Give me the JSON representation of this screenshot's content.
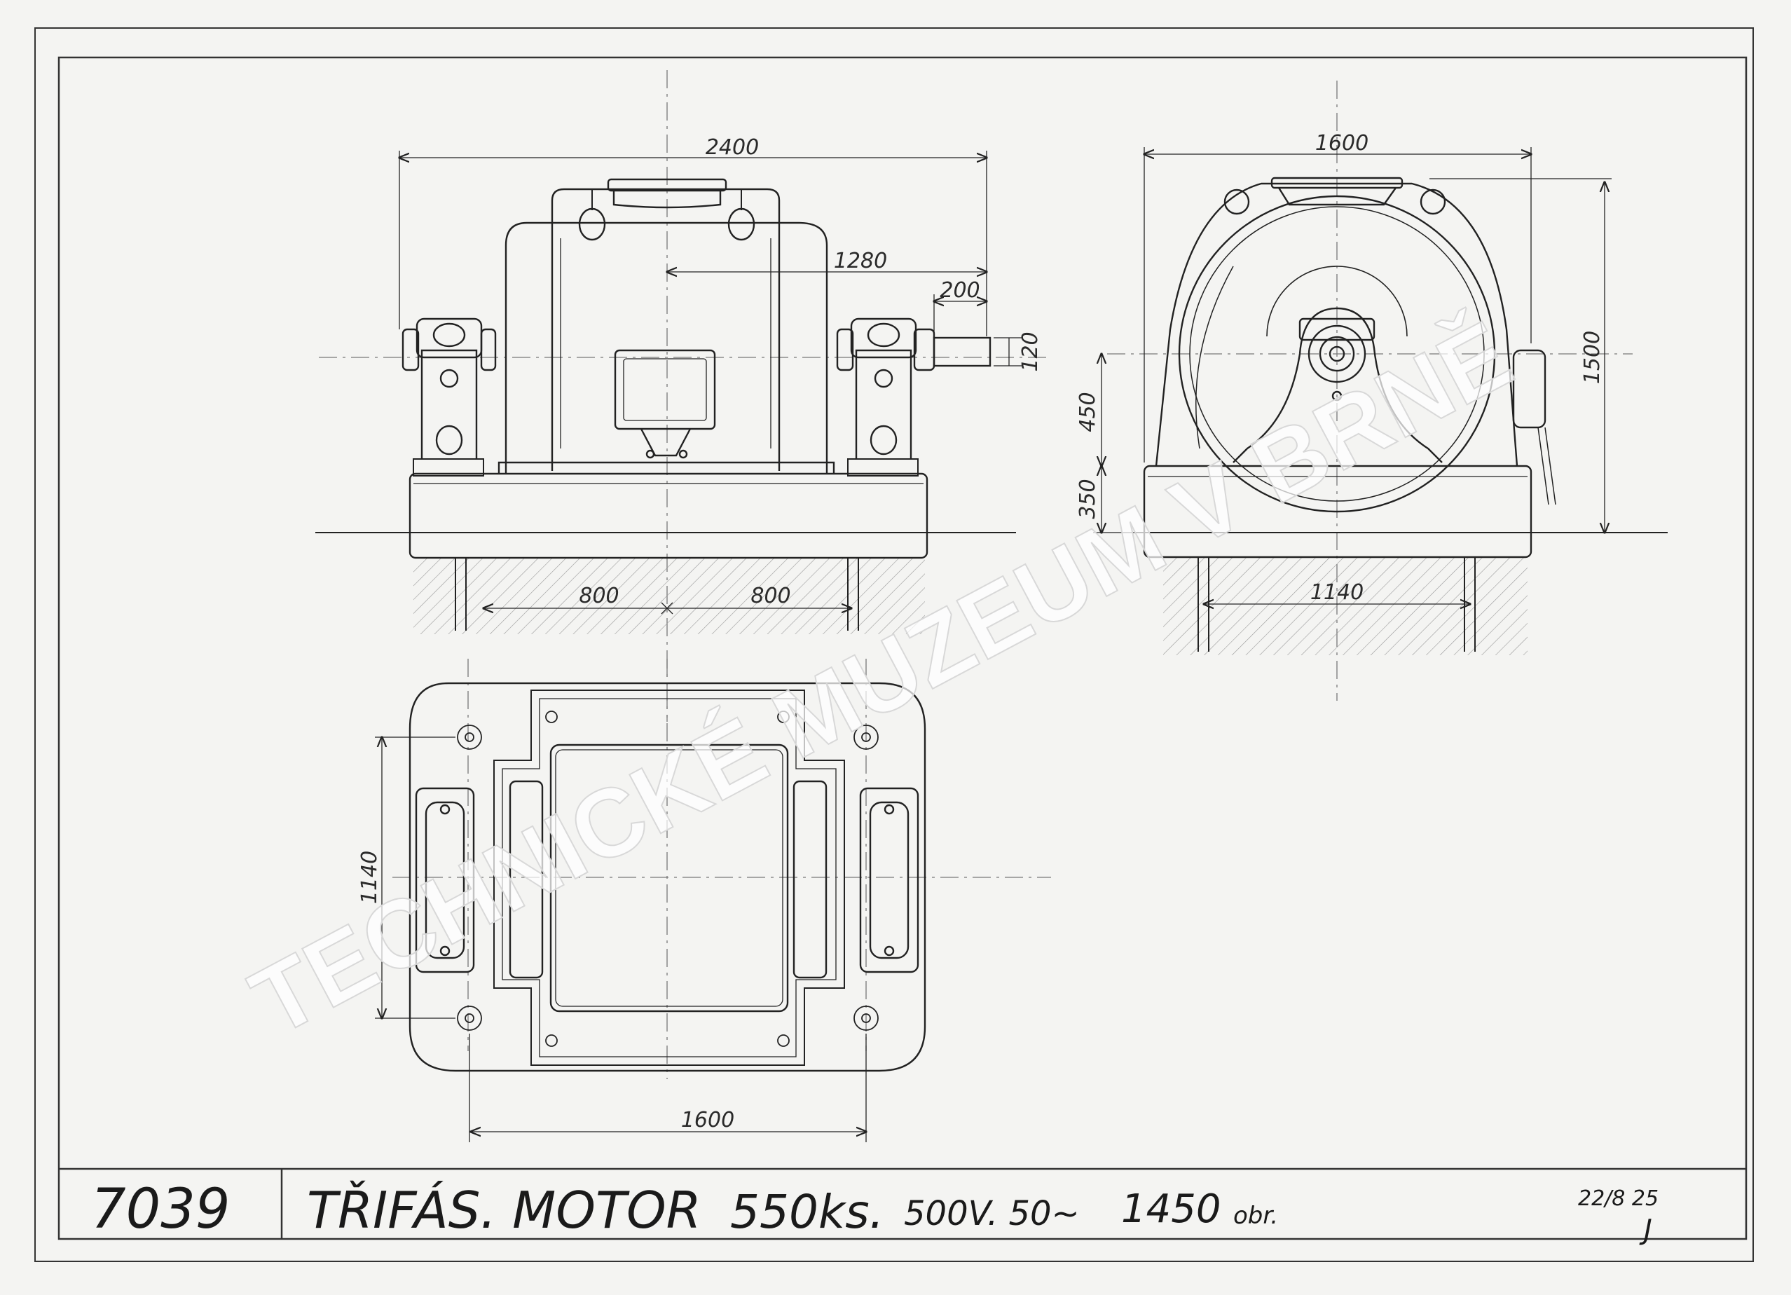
{
  "drawing": {
    "number": "7039",
    "title": "TŘIFÁS. MOTOR",
    "power": "550ks.",
    "voltage": "500V. 50~",
    "speed": "1450",
    "speed_unit": "obr.",
    "date_mark": "22/8 25",
    "signature_initials": "J"
  },
  "dimensions": {
    "front_overall_length": "2400",
    "front_center_to_end": "1280",
    "front_shaft_length": "200",
    "front_shaft_diameter": "120",
    "front_foot_left": "800",
    "front_foot_right": "800",
    "side_overall_width": "1600",
    "side_overall_height": "1500",
    "side_axis_height": "450",
    "side_base_height": "350",
    "side_foot_spacing": "1140",
    "plan_width": "1600",
    "plan_depth": "1140"
  },
  "watermark": "TECHNICKÉ MUZEUM V BRNĚ",
  "colors": {
    "paper": "#f4f4f2",
    "ink": "#222222",
    "faint_ink": "#8a8a8a",
    "watermark": "#ffffff"
  }
}
